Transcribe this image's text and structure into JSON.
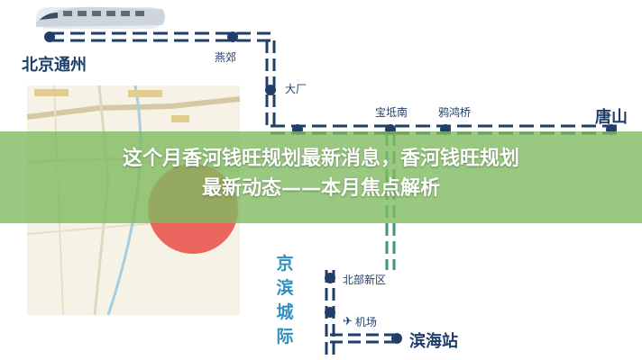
{
  "stations": {
    "beijing_tongzhou": "北京通州",
    "yanjiao": "燕郊",
    "dachang": "大厂",
    "baodi_nan": "宝坻南",
    "yahongqiao": "鸦鸿桥",
    "tangshan": "唐山",
    "beibu_xinqu": "北部新区",
    "jichang": "机场",
    "binhai_zhan": "滨海站"
  },
  "line_name_vertical": [
    "京",
    "滨",
    "城",
    "际"
  ],
  "headline": {
    "line1": "这个月香河钱旺规划最新消息，香河钱旺规划",
    "line2": "最新动态——本月焦点解析"
  },
  "colors": {
    "overlay_green": "#80ba60",
    "rail_navy": "#1f3f6a",
    "rail_green": "#3f9a6e",
    "line_label_blue": "#2f8fbe",
    "highlight_circle": "#e64b45"
  }
}
